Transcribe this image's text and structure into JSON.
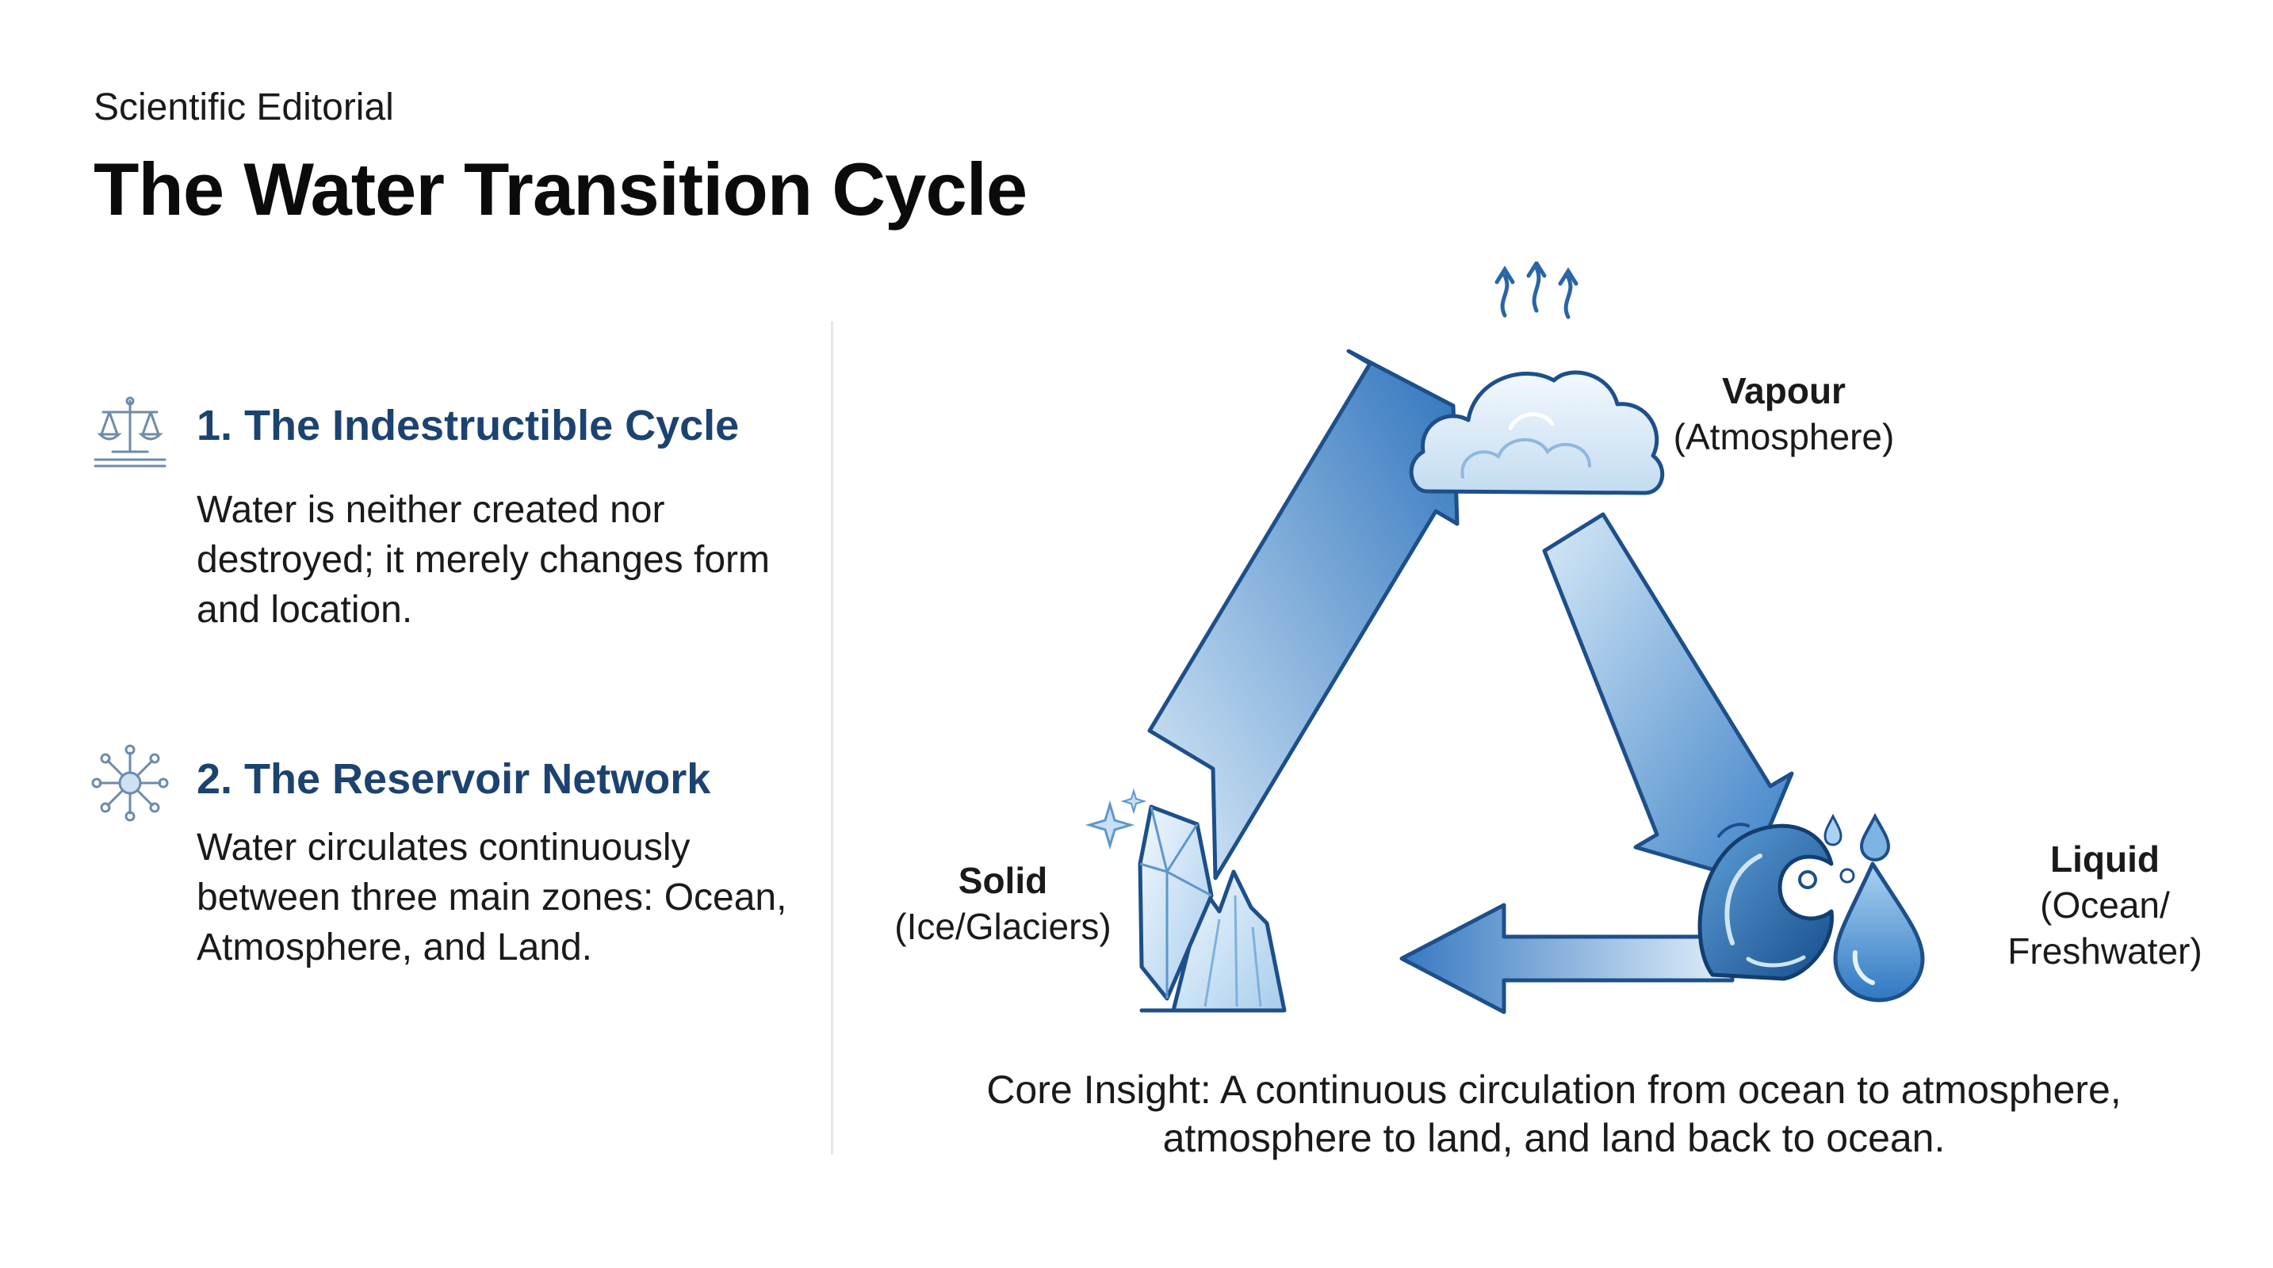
{
  "header": {
    "kicker": "Scientific Editorial",
    "title": "The Water Transition Cycle"
  },
  "sections": [
    {
      "icon": "balance-scale-icon",
      "heading": "1. The Indestructible Cycle",
      "body": "Water is neither created nor destroyed; it merely changes form and location."
    },
    {
      "icon": "network-hub-icon",
      "heading": "2. The Reservoir Network",
      "body": "Water circulates continuously between three main zones: Ocean, Atmosphere, and Land."
    }
  ],
  "diagram": {
    "nodes": [
      {
        "id": "vapour",
        "name": "Vapour",
        "sub": "(Atmosphere)",
        "icon": "cloud-steam-icon"
      },
      {
        "id": "liquid",
        "name": "Liquid",
        "sub": "(Ocean/ Freshwater)",
        "icon": "wave-droplet-icon"
      },
      {
        "id": "solid",
        "name": "Solid",
        "sub": "(Ice/Glaciers)",
        "icon": "ice-crystal-glacier-icon"
      }
    ],
    "edges": [
      {
        "from": "vapour",
        "to": "liquid"
      },
      {
        "from": "liquid",
        "to": "solid"
      },
      {
        "from": "solid",
        "to": "vapour"
      }
    ],
    "insight": "Core Insight: A continuous circulation from ocean to atmosphere, atmosphere to land, and land back to ocean."
  },
  "colors": {
    "heading": "#1c4370",
    "arrow_dark": "#2e6fb5",
    "arrow_light": "#cfe4f6",
    "outline": "#1d4f8a",
    "divider": "#e4e6ea"
  }
}
